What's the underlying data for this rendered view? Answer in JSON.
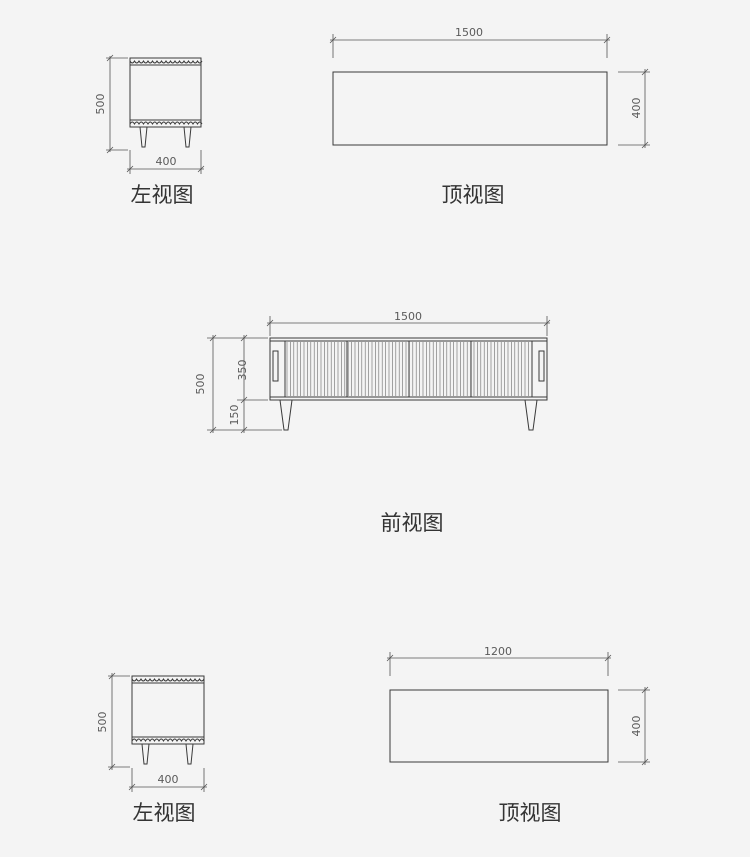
{
  "colors": {
    "background": "#f4f4f4",
    "line": "#3a3a3a",
    "dimension_line": "#555555",
    "text": "#333333"
  },
  "views": {
    "left_view_1": {
      "caption": "左视图",
      "height_dim": "500",
      "width_dim": "400"
    },
    "top_view_1": {
      "caption": "顶视图",
      "length_dim": "1500",
      "depth_dim": "400"
    },
    "front_view": {
      "caption": "前视图",
      "length_dim": "1500",
      "total_height_dim": "500",
      "body_height_dim": "350",
      "leg_height_dim": "150"
    },
    "left_view_2": {
      "caption": "左视图",
      "height_dim": "500",
      "width_dim": "400"
    },
    "top_view_2": {
      "caption": "顶视图",
      "length_dim": "1200",
      "depth_dim": "400"
    }
  }
}
